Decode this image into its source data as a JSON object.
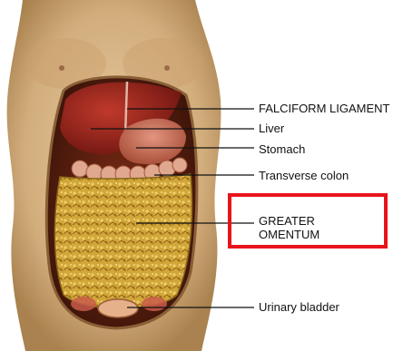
{
  "diagram": {
    "labels": {
      "falciform": "FALCIFORM LIGAMENT",
      "liver": "Liver",
      "stomach": "Stomach",
      "colon": "Transverse colon",
      "omentum_line1": "GREATER",
      "omentum_line2": "OMENTUM",
      "bladder": "Urinary bladder"
    },
    "colors": {
      "highlight": "#e8141b",
      "skin": "#d9b98a",
      "organ_red": "#8e1f18",
      "omentum_yellow": "#cfa336"
    }
  }
}
